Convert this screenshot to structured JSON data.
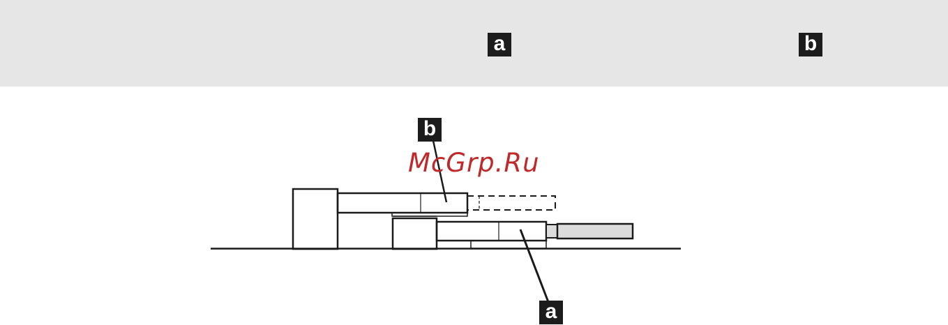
{
  "header": {
    "label_a": "a",
    "label_b": "b"
  },
  "diagram": {
    "callout_top": "b",
    "callout_bottom": "a"
  },
  "watermark": {
    "text": "McGrp.Ru"
  },
  "colors": {
    "header_band": "#e6e6e6",
    "label_box": "#1c1c1c",
    "watermark": "#c0282a",
    "stroke": "#1a1a1a",
    "pusher_fill": "#dcdcdc"
  }
}
